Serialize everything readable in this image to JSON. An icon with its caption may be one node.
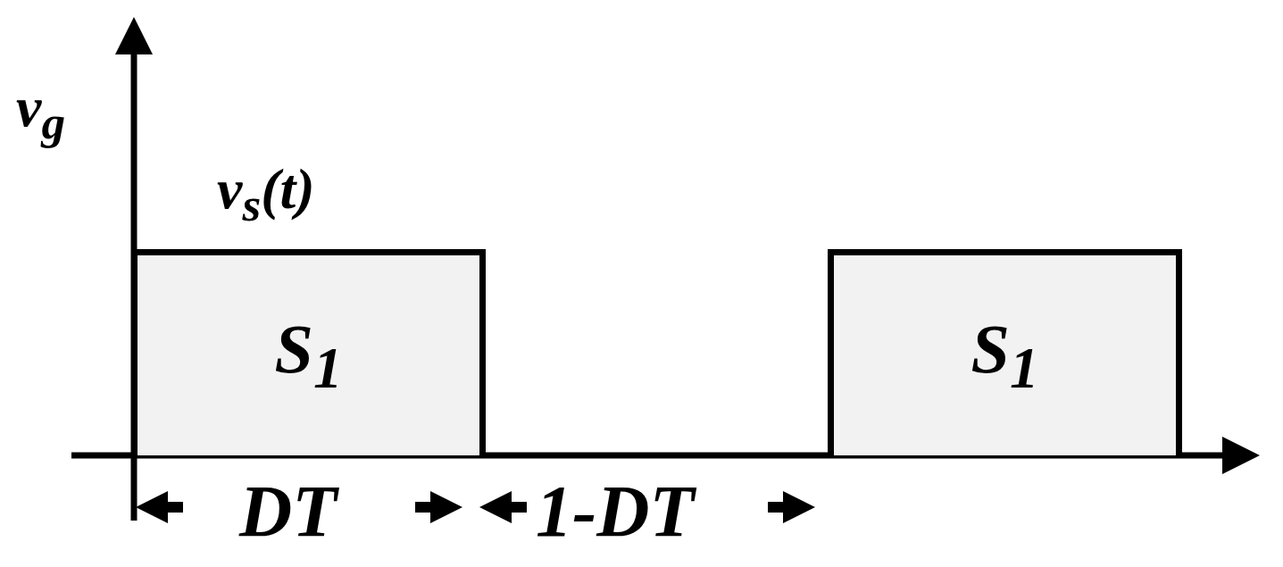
{
  "diagram": {
    "nodes": [
      {
        "text": [
          "S$_{1}$"
        ]
      },
      {
        "text": [
          "S$_{1}$"
        ]
      }
    ],
    "labels": [
      "v$_{g}$",
      "v$_{s}$(t)",
      "DT",
      "1-DT"
    ]
  }
}
